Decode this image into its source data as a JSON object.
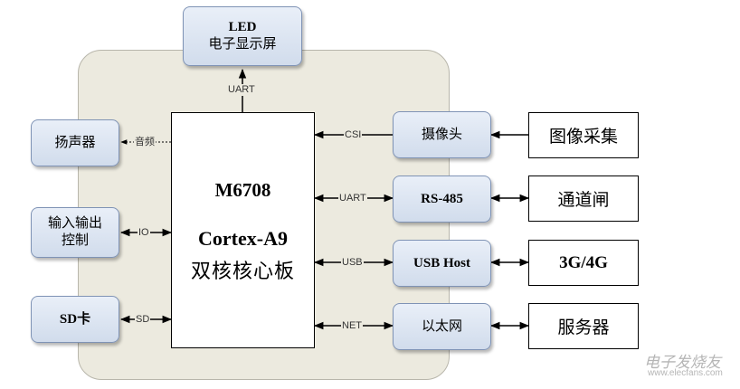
{
  "core": {
    "model": "M6708",
    "cpu": "Cortex-A9",
    "board": "双核核心板"
  },
  "top": {
    "led_line1": "LED",
    "led_line2": "电子显示屏",
    "uart_label": "UART"
  },
  "left": {
    "speaker": "扬声器",
    "speaker_label": "音频",
    "io_line1": "输入输出",
    "io_line2": "控制",
    "io_label": "IO",
    "sd": "SD卡",
    "sd_label": "SD"
  },
  "right_mid": {
    "camera": "摄像头",
    "camera_label": "CSI",
    "rs485": "RS-485",
    "rs485_label": "UART",
    "usbhost": "USB Host",
    "usb_label": "USB",
    "ethernet": "以太网",
    "net_label": "NET"
  },
  "right_outer": {
    "image": "图像采集",
    "gate": "通道闸",
    "net": "3G/4G",
    "server": "服务器"
  },
  "watermark": {
    "text": "电子发烧友",
    "url": "www.elecfans.com"
  }
}
